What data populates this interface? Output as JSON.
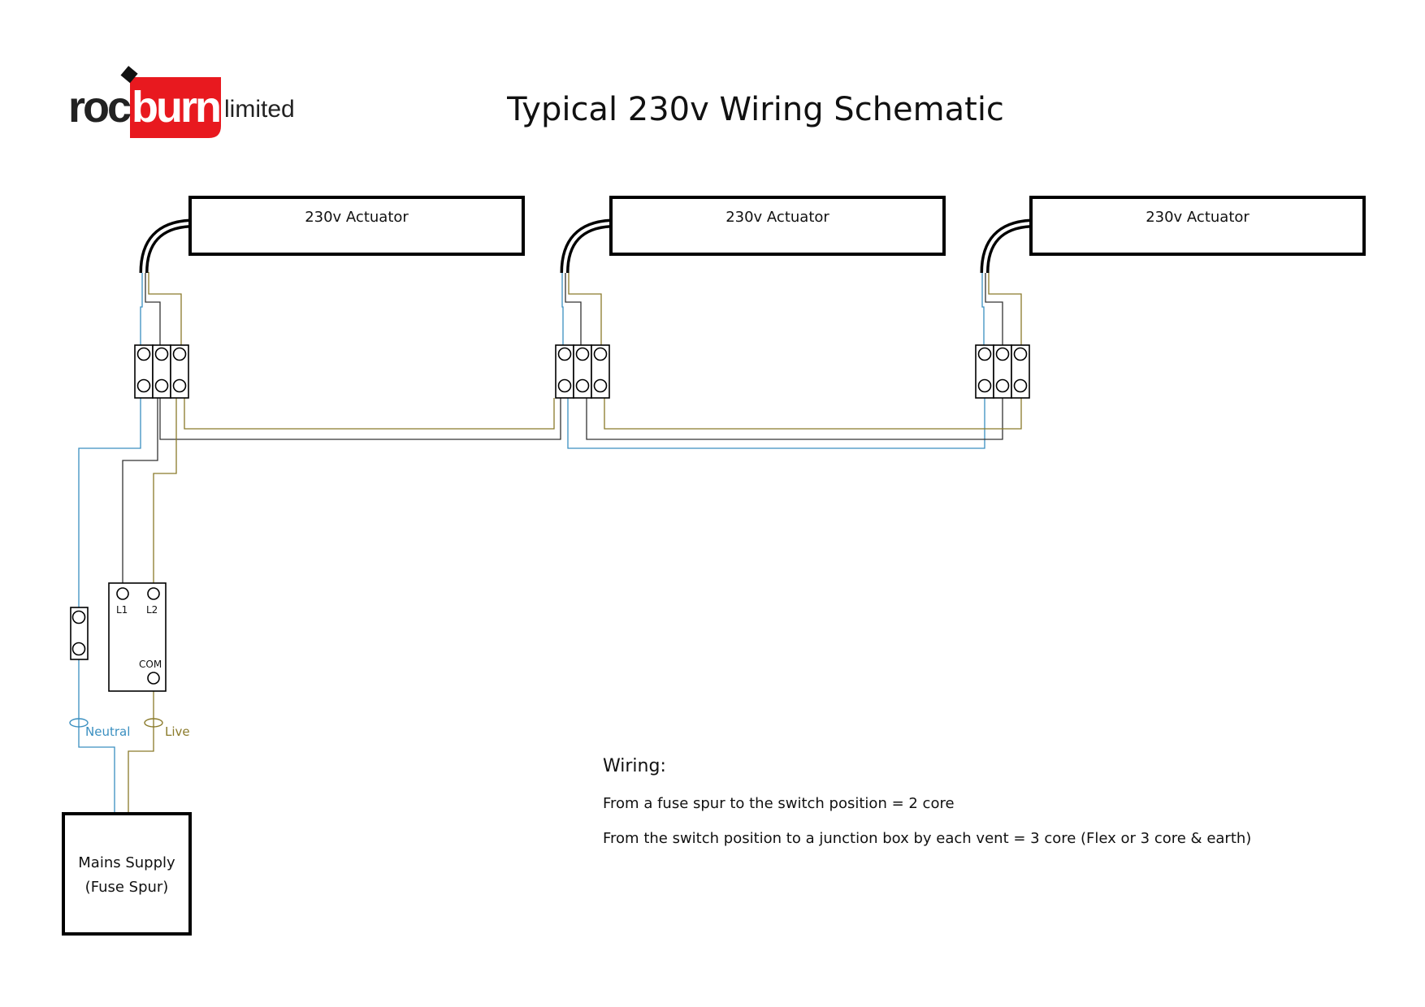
{
  "logo": {
    "part1": "roc",
    "part2": "burn",
    "part3": "limited",
    "accent": "#e8191f"
  },
  "title": "Typical 230v Wiring Schematic",
  "actuators": [
    {
      "label": "230v Actuator"
    },
    {
      "label": "230v Actuator"
    },
    {
      "label": "230v Actuator"
    }
  ],
  "switch": {
    "l1": "L1",
    "l2": "L2",
    "com": "COM"
  },
  "supply": {
    "line1": "Mains Supply",
    "line2": "(Fuse Spur)"
  },
  "labels": {
    "neutral": "Neutral",
    "live": "Live"
  },
  "notes": {
    "heading": "Wiring:",
    "line1": "From a fuse spur to the switch position = 2 core",
    "line2": "From the switch position to a junction box by each vent = 3 core (Flex or 3 core & earth)"
  },
  "colors": {
    "neutral": "#3a8fc0",
    "live": "#8a7a2a",
    "switched": "#333333",
    "outline": "#000000"
  }
}
